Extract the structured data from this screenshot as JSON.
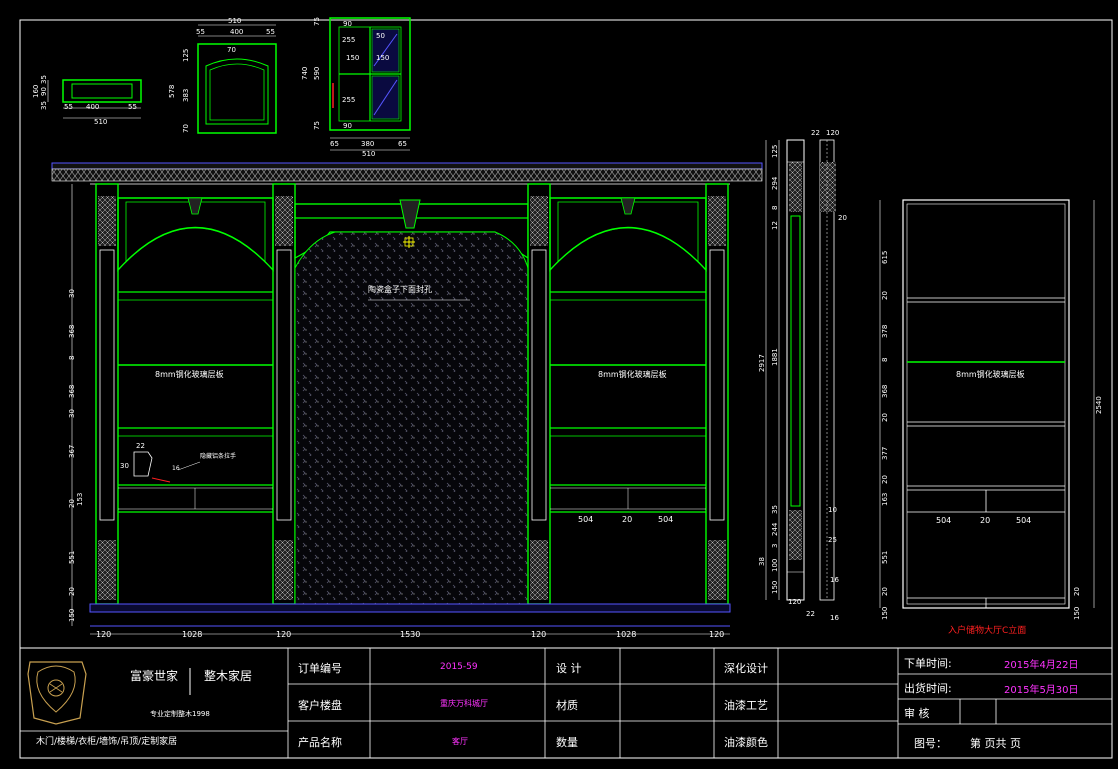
{
  "drawing": {
    "top_small_dims": {
      "d510a": "510",
      "d55a": "55",
      "d400a": "400",
      "d55b": "55",
      "d510b": "510",
      "d55c": "55",
      "d400b": "400",
      "d55d": "55",
      "d160": "160",
      "d35a": "35",
      "d90": "90",
      "d35b": "35",
      "d125": "125",
      "d578": "578",
      "d383": "383",
      "d70a": "70",
      "d70b": "70",
      "d740": "740",
      "d590": "590",
      "d75a": "75",
      "d75b": "75",
      "d90a": "90",
      "d255a": "255",
      "d50": "50",
      "d150a": "150",
      "d150b": "150",
      "d255b": "255",
      "d90b": "90",
      "d65a": "65",
      "d380": "380",
      "d65b": "65",
      "d510c": "510"
    },
    "front": {
      "left_dims": [
        "30",
        "368",
        "8",
        "368",
        "30",
        "367",
        "20",
        "153",
        "551",
        "20",
        "150"
      ],
      "bottom_dims": [
        "120",
        "1028",
        "120",
        "1530",
        "120",
        "1028",
        "120"
      ],
      "note_center": "陶瓷盒子下面封孔",
      "glass_label_left": "8mm钢化玻璃层板",
      "glass_label_right": "8mm钢化玻璃层板",
      "detail_22": "22",
      "detail_30": "30",
      "detail_16": "16",
      "detail_note": "隐藏铝条拉手",
      "drawer_dims_right": [
        "504",
        "20",
        "504"
      ]
    },
    "side": {
      "top_dims": [
        "22",
        "120"
      ],
      "left_dims": [
        "125",
        "294",
        "8",
        "12",
        "2917",
        "1881",
        "35",
        "244",
        "3",
        "38",
        "100",
        "150"
      ],
      "right_dims": [
        "20",
        "10",
        "25",
        "16",
        "16"
      ],
      "bottom_dims": [
        "120",
        "22"
      ]
    },
    "cabinet": {
      "left_dims": [
        "615",
        "20",
        "378",
        "8",
        "368",
        "20",
        "377",
        "20",
        "163",
        "551",
        "20",
        "150"
      ],
      "right_dim": "2540",
      "glass_label": "8mm钢化玻璃层板",
      "drawer_dims": [
        "504",
        "20",
        "504"
      ],
      "right_bottom": [
        "20",
        "150"
      ],
      "caption": "入户储物大厅C立面"
    }
  },
  "title_block": {
    "brand_name": "富豪世家",
    "brand_sub": "整木家居",
    "brand_line": "专业定制整木1998",
    "brand_products": "木门/楼梯/衣柜/墙饰/吊顶/定制家居",
    "order_no_label": "订单编号",
    "order_no_value": "2015-59",
    "design_label": "设 计",
    "deep_design_label": "深化设计",
    "client_label": "客户楼盘",
    "client_value": "重庆万科城厅",
    "material_label": "材质",
    "paint_process_label": "油漆工艺",
    "product_label": "产品名称",
    "product_value": "客厅",
    "quantity_label": "数量",
    "paint_color_label": "油漆颜色",
    "order_time_label": "下单时间:",
    "order_time_value": "2015年4月22日",
    "ship_time_label": "出货时间:",
    "ship_time_value": "2015年5月30日",
    "review_label": "审    核",
    "drawing_no_label": "图号：",
    "drawing_no_value": "第  页共  页"
  }
}
